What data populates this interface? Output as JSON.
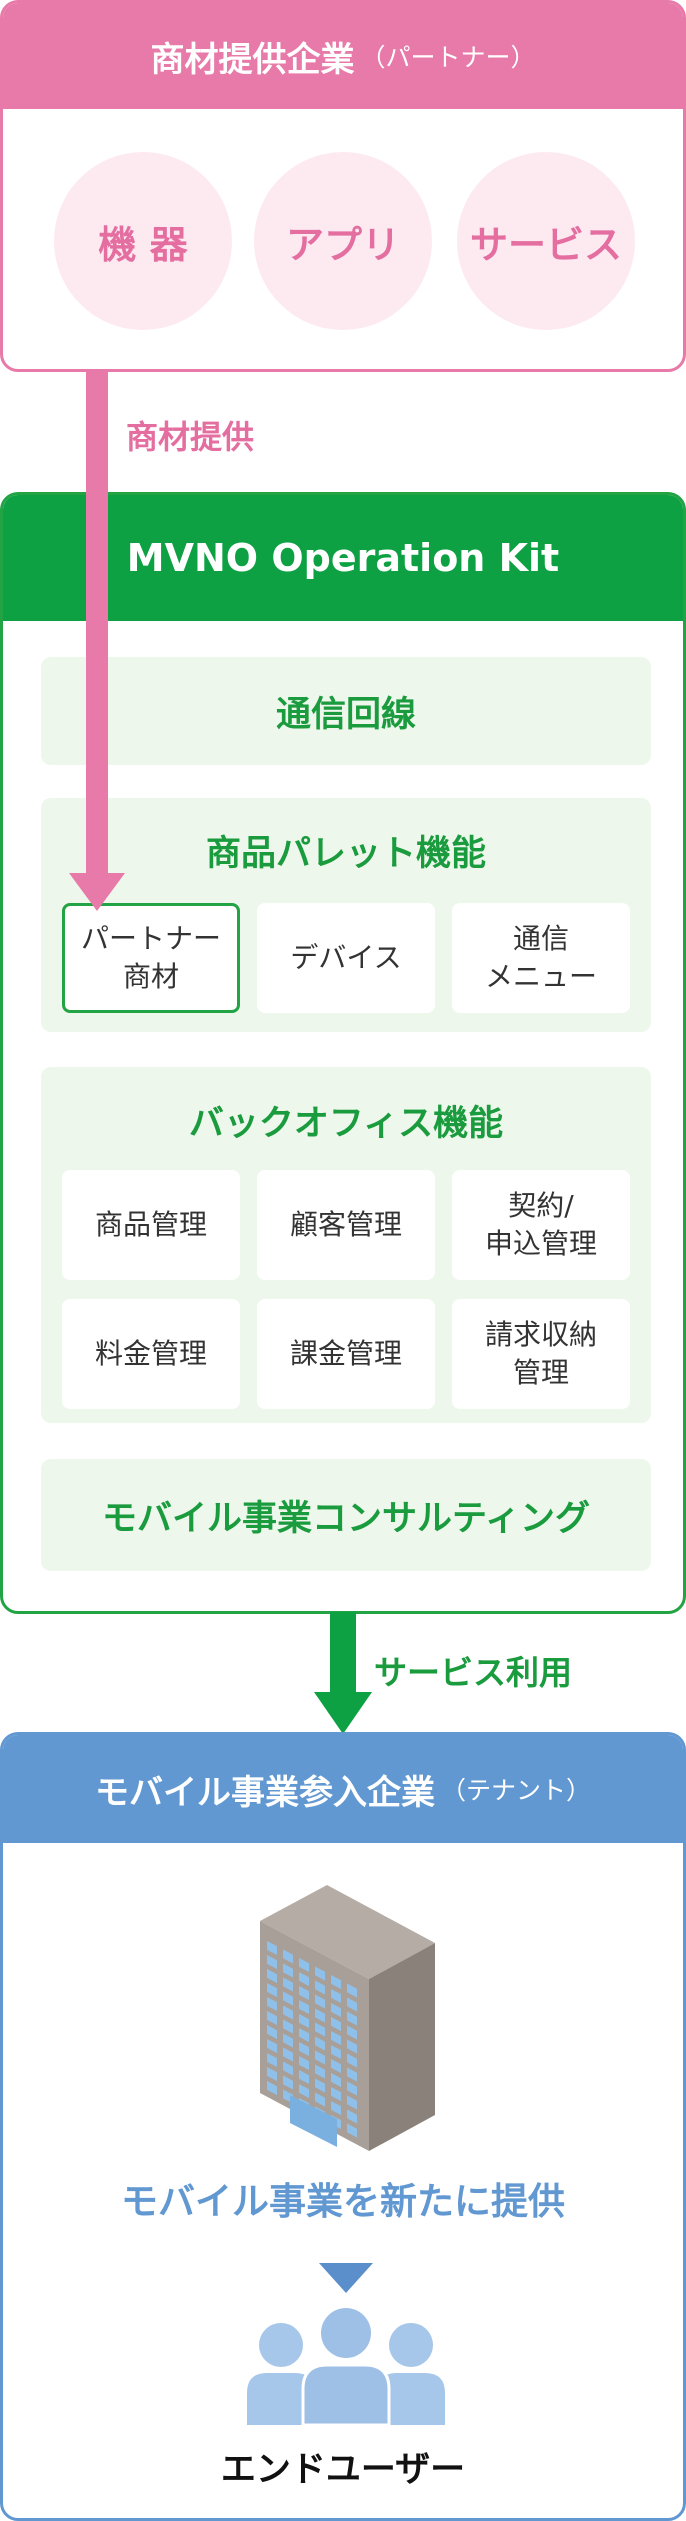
{
  "partner": {
    "title": "商材提供企業",
    "title_note": "（パートナー）",
    "items": [
      "機 器",
      "アプリ",
      "サービス"
    ],
    "supply_label": "商材提供"
  },
  "kit": {
    "title": "MVNO Operation Kit",
    "line_label": "通信回線",
    "palette": {
      "title": "商品パレット機能",
      "cards": [
        {
          "line1": "パートナー",
          "line2": "商材"
        },
        {
          "line1": "デバイス",
          "line2": ""
        },
        {
          "line1": "通信",
          "line2": "メニュー"
        }
      ]
    },
    "backoffice": {
      "title": "バックオフィス機能",
      "cards": [
        {
          "line1": "商品管理",
          "line2": ""
        },
        {
          "line1": "顧客管理",
          "line2": ""
        },
        {
          "line1": "契約/",
          "line2": "申込管理"
        },
        {
          "line1": "料金管理",
          "line2": ""
        },
        {
          "line1": "課金管理",
          "line2": ""
        },
        {
          "line1": "請求収納",
          "line2": "管理"
        }
      ]
    },
    "consulting_label": "モバイル事業コンサルティング"
  },
  "service_use_label": "サービス利用",
  "tenant": {
    "title": "モバイル事業参入企業",
    "title_note": "（テナント）",
    "icons": [
      "building-icon",
      "users-icon"
    ],
    "new_business_label": "モバイル事業を新たに提供",
    "end_user_label": "エンドユーザー"
  },
  "colors": {
    "partner_pink": "#e77aa9",
    "kit_green": "#0ea144",
    "tenant_blue": "#6198d1",
    "panel_bg": "#eef7ec",
    "circle_bg": "#fdeaf1"
  }
}
